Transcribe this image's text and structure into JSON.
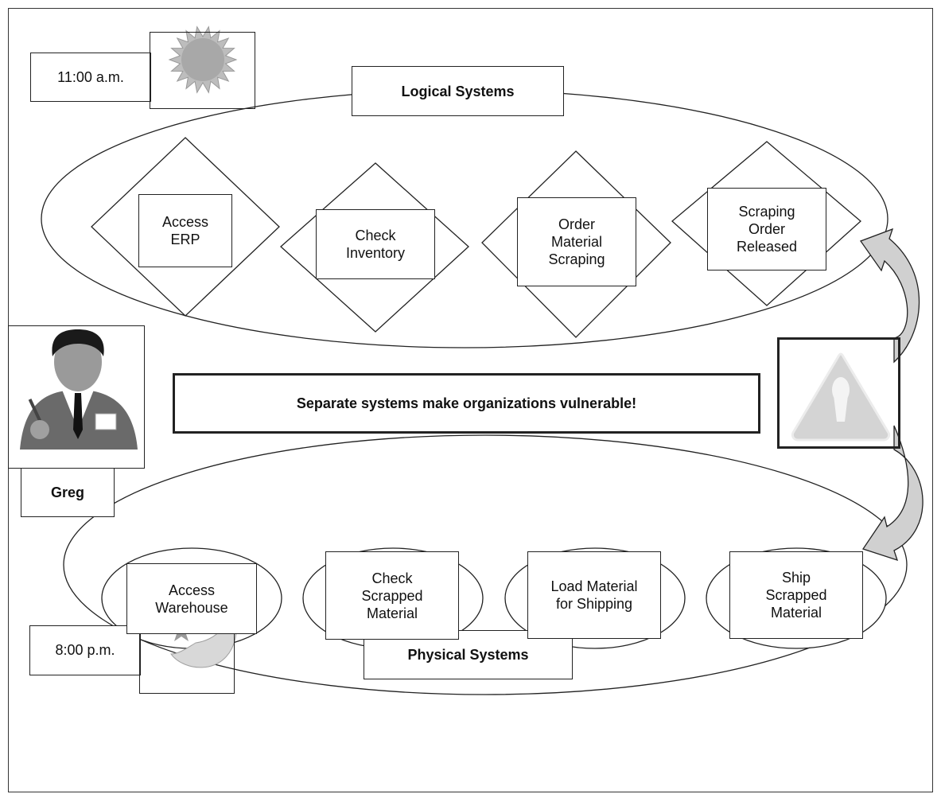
{
  "logical": {
    "title": "Logical Systems",
    "time": "11:00 a.m.",
    "time_icon": "sun-icon",
    "steps": [
      "Access ERP",
      "Check Inventory",
      "Order Material Scraping",
      "Scraping Order Released"
    ]
  },
  "physical": {
    "title": "Physical Systems",
    "time": "8:00 p.m.",
    "time_icon": "moon-icon",
    "steps": [
      "Access Warehouse",
      "Check Scrapped Material",
      "Load Material for Shipping",
      "Ship Scrapped Material"
    ]
  },
  "person": {
    "name": "Greg",
    "icon": "businessman-icon"
  },
  "warning": {
    "message": "Separate systems make organizations vulnerable!",
    "icon": "warning-icon"
  }
}
